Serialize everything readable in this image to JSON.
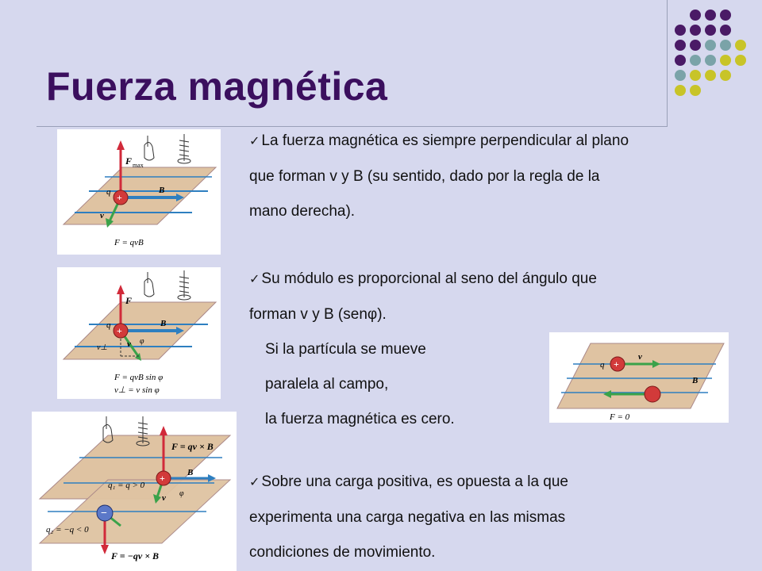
{
  "slide": {
    "title": "Fuerza magnética",
    "bullets": [
      {
        "lines": [
          "La fuerza magnética es siempre perpendicular al plano",
          "que forman v y B (su sentido, dado por la regla de la",
          "mano derecha)."
        ]
      },
      {
        "lines": [
          "Su módulo es proporcional al seno del ángulo que",
          "forman v y B (senφ)."
        ],
        "sub": [
          "Si la partícula se mueve",
          "paralela al campo,",
          "la fuerza magnética es cero."
        ]
      },
      {
        "lines": [
          "Sobre una carga positiva, es opuesta a la que",
          "experimenta una carga negativa en las mismas",
          "condiciones de movimiento."
        ]
      }
    ]
  },
  "figures": {
    "fig1": {
      "Fmax": "F",
      "Fmax_sub": "max",
      "q": "q",
      "plus": "+",
      "B": "B",
      "v": "v",
      "eq": "F = qvB"
    },
    "fig2": {
      "F": "F",
      "q": "q",
      "plus": "+",
      "B": "B",
      "v": "v",
      "vperp": "v⊥",
      "phi": "φ",
      "eq1": "F = qvB sin φ",
      "eq2": "v⊥ = v sin φ"
    },
    "fig3": {
      "q": "q",
      "plus": "+",
      "v": "v",
      "B": "B",
      "eq": "F = 0"
    },
    "fig4": {
      "Ftop": "F = qv × B",
      "q1": "q₁ = q > 0",
      "q2": "q₂ = −q < 0",
      "B": "B",
      "v": "v",
      "phi": "φ",
      "plus": "+",
      "minus": "−",
      "Fbot": "F = −qv × B"
    }
  },
  "colors": {
    "title": "#3b0f5e",
    "background": "#d6d8ee",
    "dot_purple": "#4a1a66",
    "dot_teal": "#7aa3a8",
    "dot_yellow": "#c8c428",
    "plane": "#dfc3a2",
    "field_line": "#2e7fc0",
    "force": "#d12a3a",
    "velocity": "#3aa24a"
  }
}
